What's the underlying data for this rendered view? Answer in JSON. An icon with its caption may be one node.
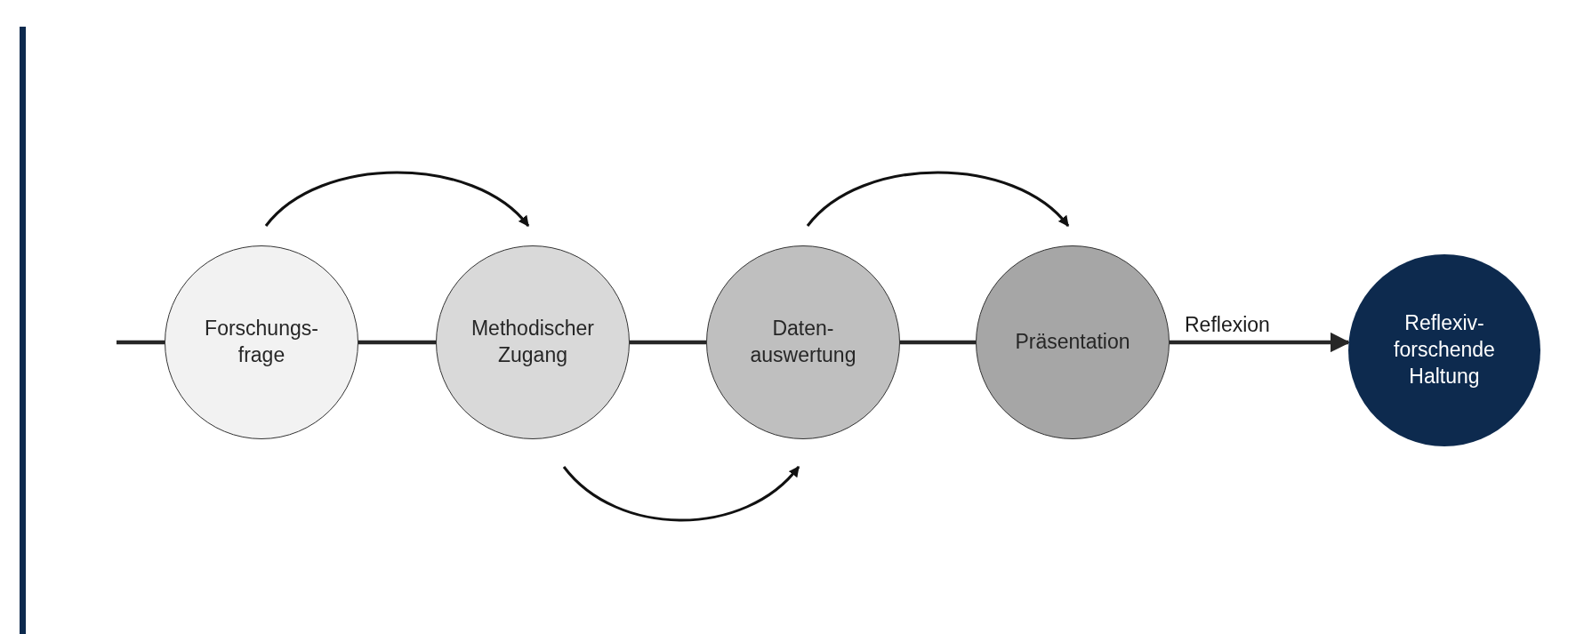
{
  "diagram": {
    "nodes": [
      {
        "text": [
          "Forschungs- frage"
        ]
      },
      {
        "text": [
          "Methodischer Zugang"
        ]
      },
      {
        "text": [
          "Daten- auswertung"
        ]
      },
      {
        "text": [
          "Präsentation"
        ]
      },
      {
        "text": [
          "Reflexiv- forschende Haltung"
        ]
      }
    ],
    "edges": [
      {
        "from": null,
        "to": 0,
        "arrow": "none"
      },
      {
        "from": 0,
        "to": 1,
        "arrow": "none"
      },
      {
        "from": 1,
        "to": 2,
        "arrow": "none"
      },
      {
        "from": 2,
        "to": 3,
        "arrow": "none"
      },
      {
        "from": 3,
        "to": 4,
        "arrow": "to",
        "label": "Reflexion"
      },
      {
        "from": 0,
        "to": 1,
        "arrow": "to"
      },
      {
        "from": 1,
        "to": 2,
        "arrow": "to"
      },
      {
        "from": 2,
        "to": 3,
        "arrow": "to"
      }
    ]
  }
}
